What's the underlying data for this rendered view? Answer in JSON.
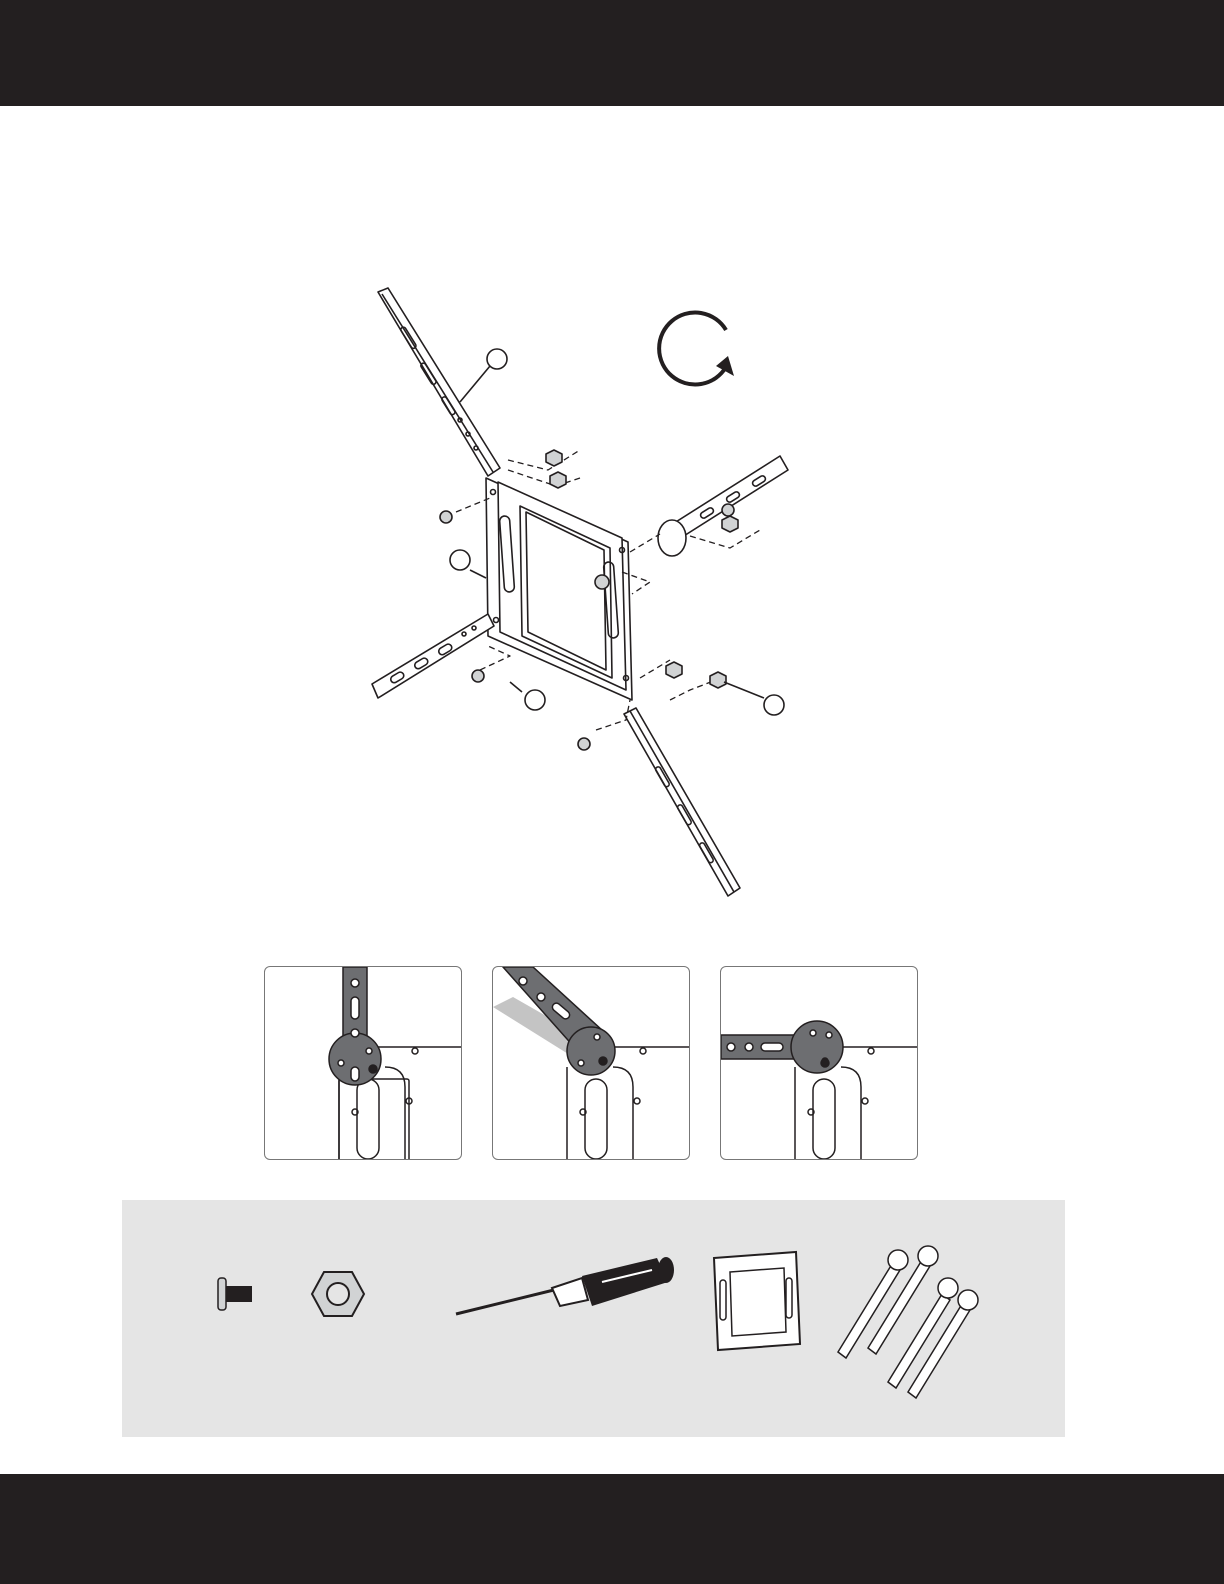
{
  "page": {
    "colors": {
      "header_bar": "#231f20",
      "footer_bar": "#231f20",
      "parts_panel": "#e5e5e5",
      "line": "#231f20",
      "metal_gray": "#6d6e71"
    }
  },
  "main_diagram": {
    "rotate_icon": "counterclockwise-arrow-icon",
    "callouts": [
      "",
      "",
      "",
      ""
    ]
  },
  "detail_views": [
    {
      "step": "arm-vertical"
    },
    {
      "step": "arm-rotating"
    },
    {
      "step": "arm-horizontal"
    }
  ],
  "parts": [
    {
      "icon": "bolt-icon"
    },
    {
      "icon": "hex-nut-icon"
    },
    {
      "icon": "screwdriver-icon"
    },
    {
      "icon": "adapter-plate-icon"
    },
    {
      "icon": "mounting-arms-icon"
    }
  ]
}
